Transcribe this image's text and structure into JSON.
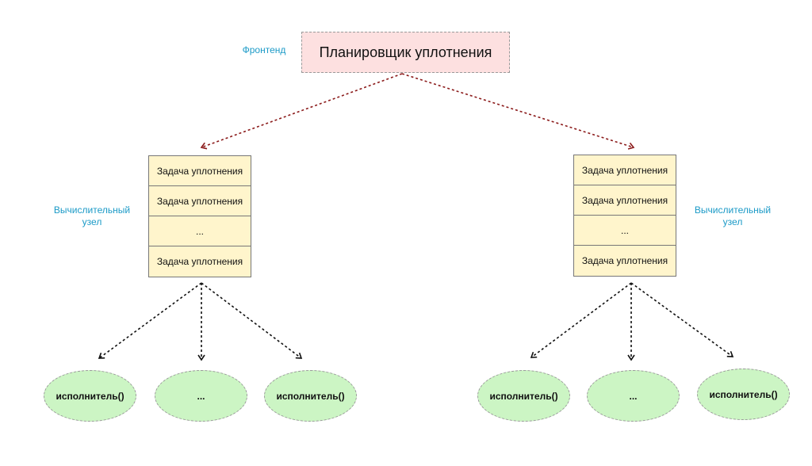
{
  "frontend": {
    "label": "Фронтенд",
    "scheduler": "Планировщик уплотнения"
  },
  "nodes": [
    {
      "label_line1": "Вычислительный",
      "label_line2": "узел",
      "tasks": [
        "Задача уплотнения",
        "Задача уплотнения",
        "...",
        "Задача уплотнения"
      ],
      "executors": [
        "исполнитель()",
        "...",
        "исполнитель()"
      ]
    },
    {
      "label_line1": "Вычислительный",
      "label_line2": "узел",
      "tasks": [
        "Задача уплотнения",
        "Задача уплотнения",
        "...",
        "Задача уплотнения"
      ],
      "executors": [
        "исполнитель()",
        "...",
        "исполнитель()"
      ]
    }
  ],
  "colors": {
    "scheduler_fill": "#fde0e0",
    "task_fill": "#fff5cc",
    "executor_fill": "#ccf5c4",
    "label_blue": "#1b9ac7",
    "scheduler_arrow": "#8b1a1a",
    "executor_arrow": "#111111"
  }
}
